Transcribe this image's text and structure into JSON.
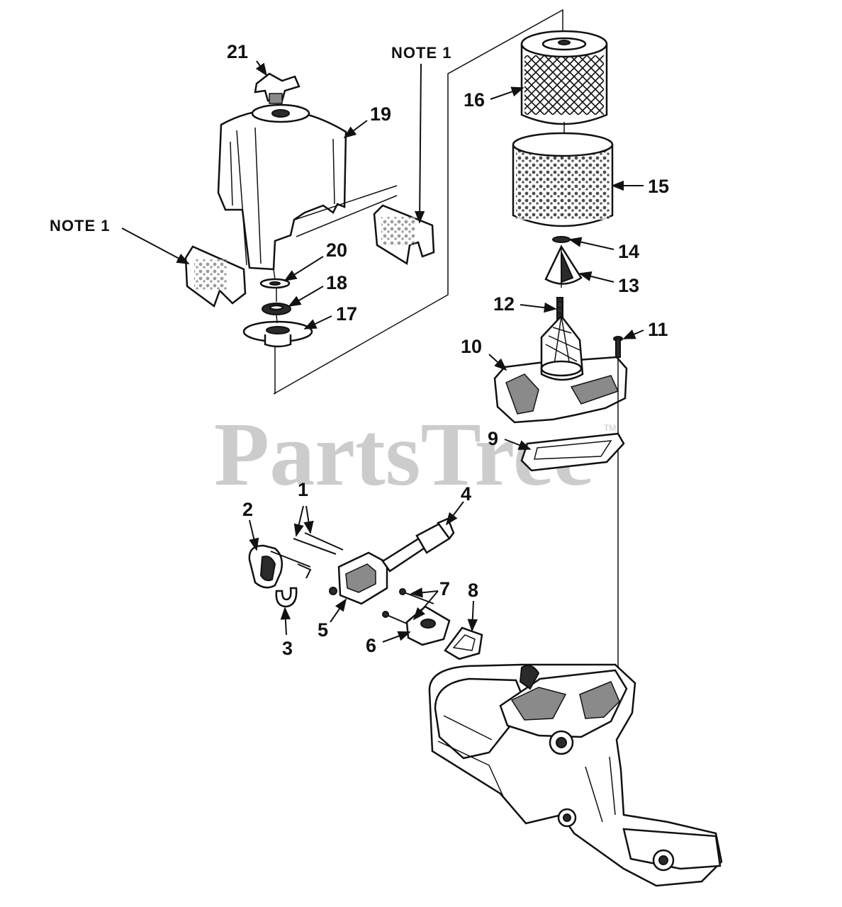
{
  "watermark": {
    "text": "PartsTree",
    "tm": "TM"
  },
  "notes": [
    {
      "id": "note-left",
      "text": "NOTE 1"
    },
    {
      "id": "note-right",
      "text": "NOTE 1"
    }
  ],
  "callouts": [
    {
      "id": "1",
      "text": "1"
    },
    {
      "id": "2",
      "text": "2"
    },
    {
      "id": "3",
      "text": "3"
    },
    {
      "id": "4",
      "text": "4"
    },
    {
      "id": "5",
      "text": "5"
    },
    {
      "id": "6",
      "text": "6"
    },
    {
      "id": "7",
      "text": "7"
    },
    {
      "id": "8",
      "text": "8"
    },
    {
      "id": "9",
      "text": "9"
    },
    {
      "id": "10",
      "text": "10"
    },
    {
      "id": "11",
      "text": "11"
    },
    {
      "id": "12",
      "text": "12"
    },
    {
      "id": "13",
      "text": "13"
    },
    {
      "id": "14",
      "text": "14"
    },
    {
      "id": "15",
      "text": "15"
    },
    {
      "id": "16",
      "text": "16"
    },
    {
      "id": "17",
      "text": "17"
    },
    {
      "id": "18",
      "text": "18"
    },
    {
      "id": "19",
      "text": "19"
    },
    {
      "id": "20",
      "text": "20"
    },
    {
      "id": "21",
      "text": "21"
    }
  ]
}
